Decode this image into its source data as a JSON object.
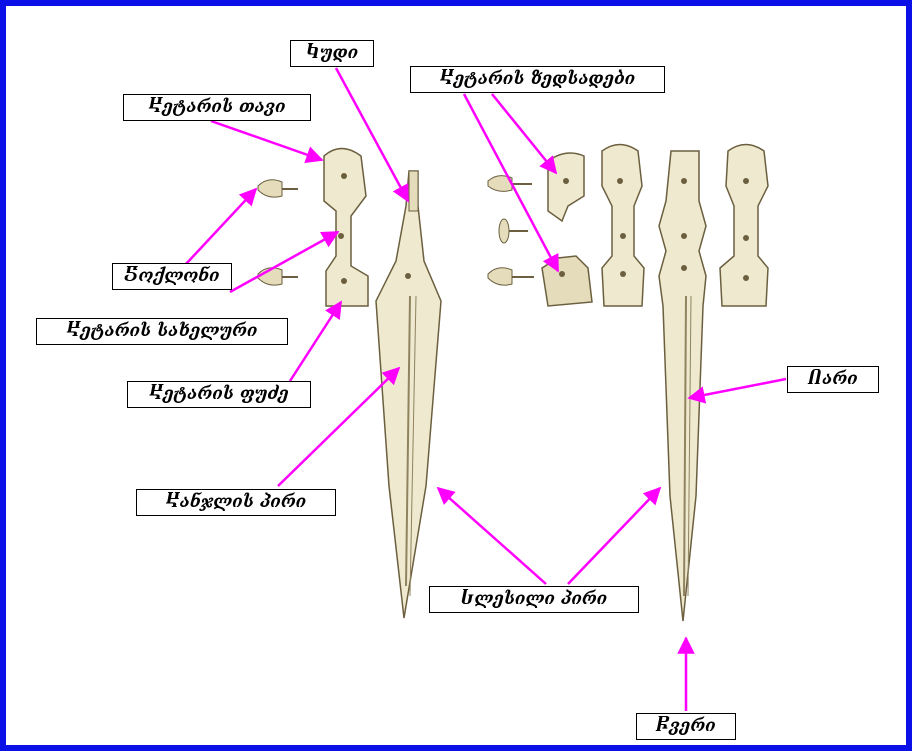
{
  "labels": {
    "kudi": "Ⴉუდი",
    "khmlis_tavi": "Ⴞეტარის თავი",
    "khmlis_zedsadebi": "Ⴞეტარის ზედსადები",
    "choqloni": "Ⴝოქლონი",
    "khmlis_sakheluri": "Ⴞეტარის სახელური",
    "khmlis_pudze": "Ⴞეტარის ფუძე",
    "khanjlis_piri": "Ⴞანჯლის პირი",
    "ghari": "Ⴖარი",
    "lesili_piri": "Ⴑლესილი პირი",
    "tsveri": "Ⴜვერი"
  },
  "colors": {
    "border": "#0b10e6",
    "arrow": "#ff00ff",
    "metal": "#efe9cf",
    "outline": "#6b5f3f"
  }
}
